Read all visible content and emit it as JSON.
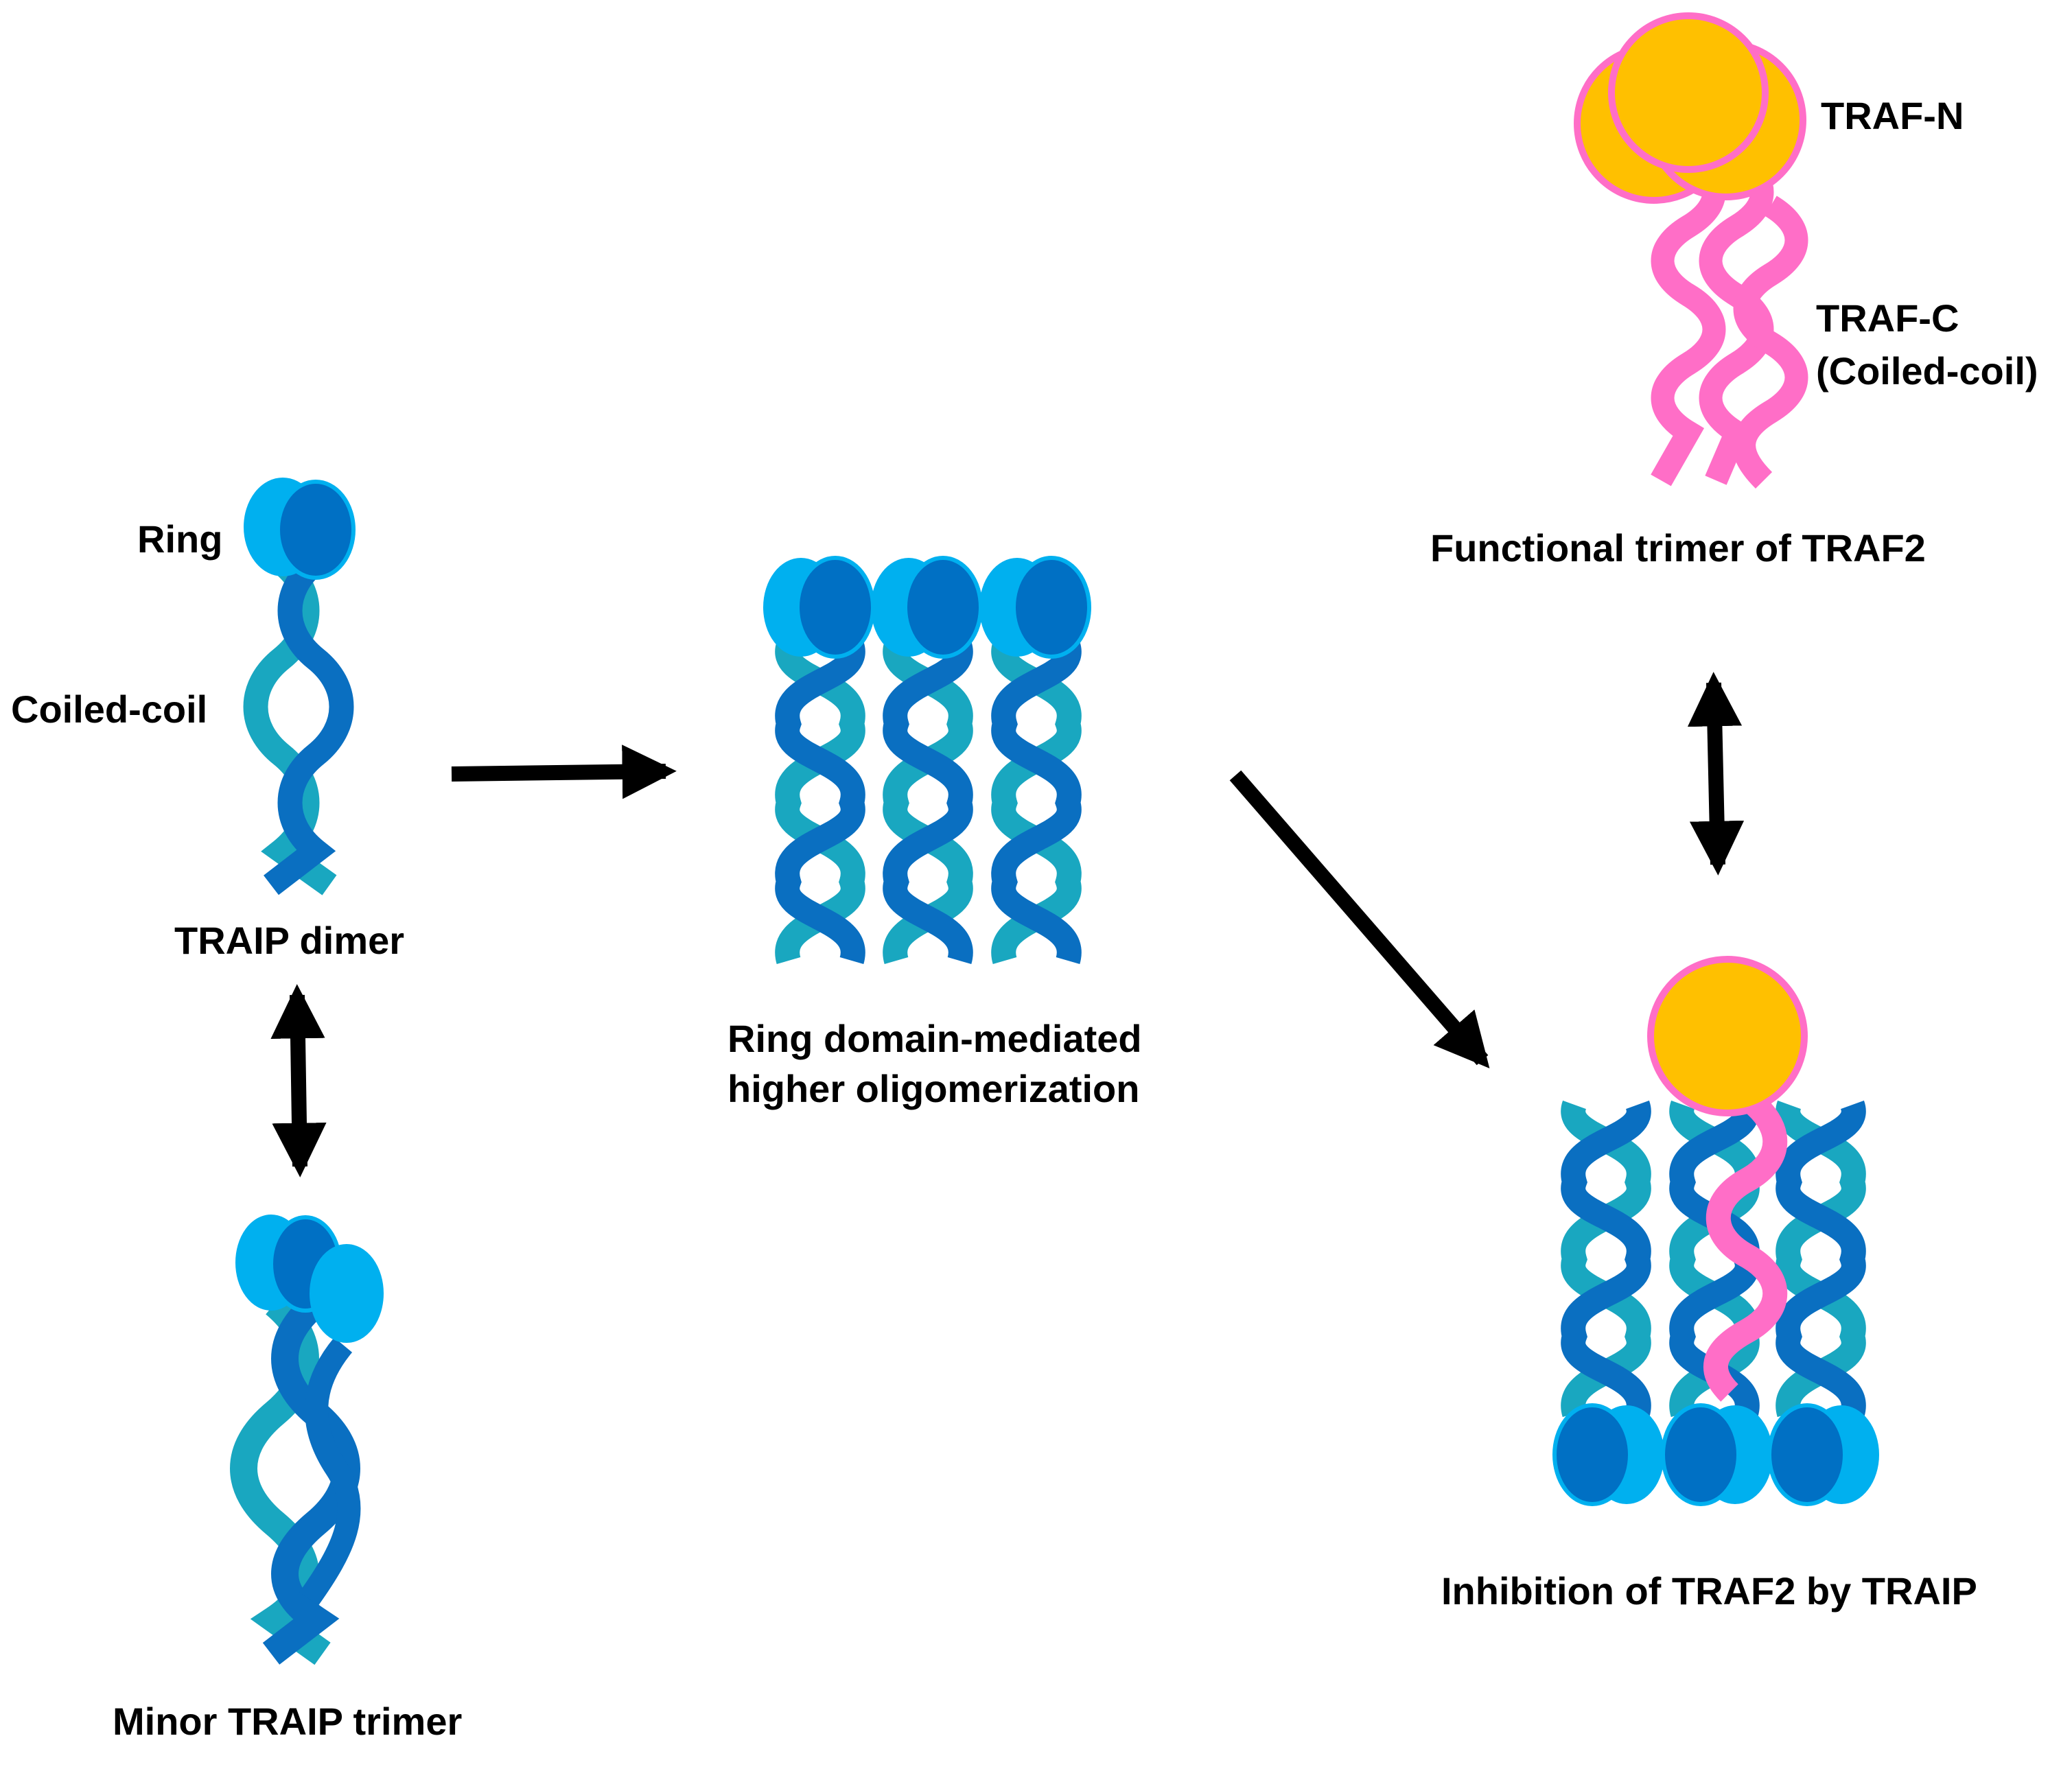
{
  "colors": {
    "ring_dark": "#0070C4",
    "ring_light": "#00B0EF",
    "strand_dark": "#0A6FC1",
    "strand_teal": "#19A7C0",
    "traf_gold": "#FFC000",
    "traf_pink": "#FF6EC7",
    "arrow": "#000000"
  },
  "labels": {
    "ring": "Ring",
    "coiled_coil": "Coiled-coil",
    "traip_dimer": "TRAIP dimer",
    "minor_trimer": "Minor TRAIP trimer",
    "oligo_line1": "Ring domain-mediated",
    "oligo_line2": "higher oligomerization",
    "traf_n": "TRAF-N",
    "traf_c_line1": "TRAF-C",
    "traf_c_line2": "(Coiled-coil)",
    "functional_trimer": "Functional trimer of TRAF2",
    "inhibition": "Inhibition of TRAF2 by TRAIP"
  }
}
